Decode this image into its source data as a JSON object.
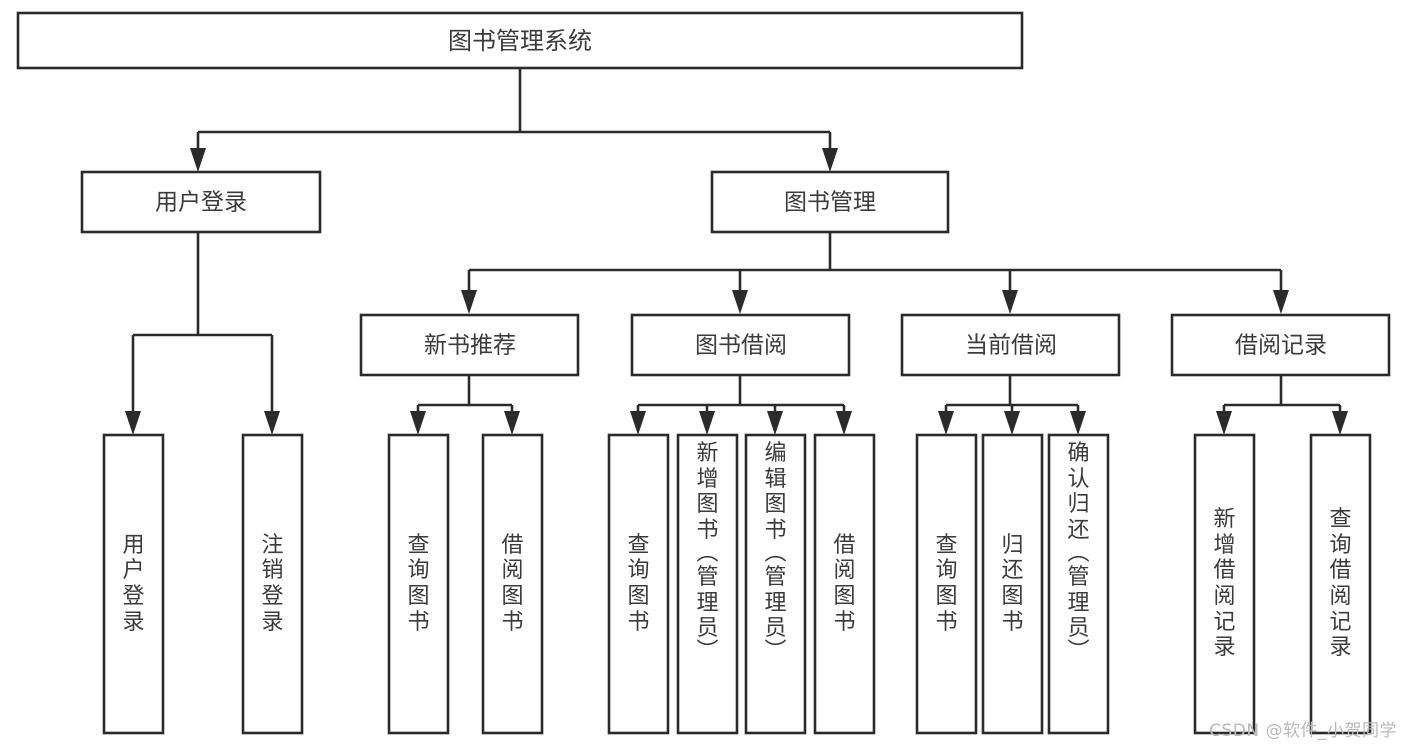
{
  "diagram": {
    "type": "tree",
    "title": "图书管理系统",
    "watermark": "CSDN @软件_小贺同学",
    "colors": {
      "stroke": "#2b2b2b",
      "node_fill": "#ffffff",
      "text": "#3b3b3b",
      "watermark": "#b9b9b9",
      "background": "#ffffff"
    },
    "root": {
      "id": "root",
      "label": "图书管理系统",
      "orientation": "horizontal"
    },
    "level2": [
      {
        "id": "user-login",
        "label": "用户登录",
        "orientation": "horizontal"
      },
      {
        "id": "book-manage",
        "label": "图书管理",
        "orientation": "horizontal"
      }
    ],
    "level3": [
      {
        "id": "new-book-recommend",
        "label": "新书推荐",
        "parent": "book-manage",
        "orientation": "horizontal"
      },
      {
        "id": "book-borrow",
        "label": "图书借阅",
        "parent": "book-manage",
        "orientation": "horizontal"
      },
      {
        "id": "current-borrow",
        "label": "当前借阅",
        "parent": "book-manage",
        "orientation": "horizontal"
      },
      {
        "id": "borrow-record",
        "label": "借阅记录",
        "parent": "book-manage",
        "orientation": "horizontal"
      }
    ],
    "leaves": [
      {
        "id": "leaf-user-login",
        "label": "用户登录",
        "parent": "user-login",
        "orientation": "vertical"
      },
      {
        "id": "leaf-logout",
        "label": "注销登录",
        "parent": "user-login",
        "orientation": "vertical"
      },
      {
        "id": "leaf-query-book-1",
        "label": "查询图书",
        "parent": "new-book-recommend",
        "orientation": "vertical"
      },
      {
        "id": "leaf-borrow-book-1",
        "label": "借阅图书",
        "parent": "new-book-recommend",
        "orientation": "vertical"
      },
      {
        "id": "leaf-query-book-2",
        "label": "查询图书",
        "parent": "book-borrow",
        "orientation": "vertical"
      },
      {
        "id": "leaf-add-book",
        "label": "新增图书（管理员）",
        "parent": "book-borrow",
        "orientation": "vertical"
      },
      {
        "id": "leaf-edit-book",
        "label": "编辑图书（管理员）",
        "parent": "book-borrow",
        "orientation": "vertical"
      },
      {
        "id": "leaf-borrow-book-2",
        "label": "借阅图书",
        "parent": "book-borrow",
        "orientation": "vertical"
      },
      {
        "id": "leaf-query-book-3",
        "label": "查询图书",
        "parent": "current-borrow",
        "orientation": "vertical"
      },
      {
        "id": "leaf-return-book",
        "label": "归还图书",
        "parent": "current-borrow",
        "orientation": "vertical"
      },
      {
        "id": "leaf-confirm-return",
        "label": "确认归还（管理员）",
        "parent": "current-borrow",
        "orientation": "vertical"
      },
      {
        "id": "leaf-add-record",
        "label": "新增借阅记录",
        "parent": "borrow-record",
        "orientation": "vertical"
      },
      {
        "id": "leaf-query-record",
        "label": "查询借阅记录",
        "parent": "borrow-record",
        "orientation": "vertical"
      }
    ]
  }
}
